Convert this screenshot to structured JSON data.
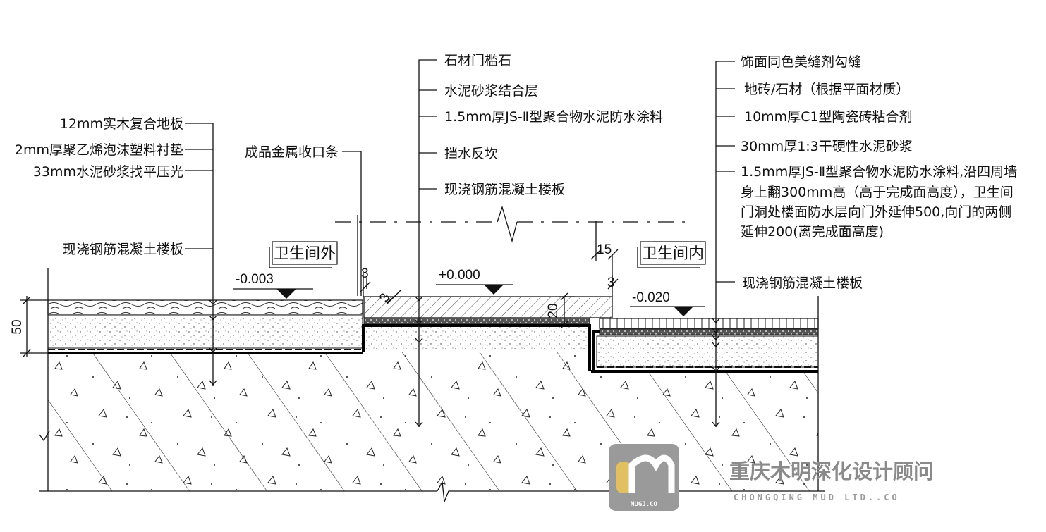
{
  "left_labels": [
    "12mm实木复合地板",
    "2mm厚聚乙烯泡沫塑料衬垫",
    "33mm水泥砂浆找平压光",
    "现浇钢筋混凝土楼板"
  ],
  "strip_label": "成品金属收口条",
  "center_labels": [
    "石材门槛石",
    "水泥砂浆结合层",
    "1.5mm厚JS-Ⅱ型聚合物水泥防水涂料",
    "挡水反坎",
    "现浇钢筋混凝土楼板"
  ],
  "right_labels": [
    "饰面同色美缝剂勾缝",
    "地砖/石材（根据平面材质）",
    "10mm厚C1型陶瓷砖粘合剂",
    "30mm厚1:3干硬性水泥砂浆"
  ],
  "right_note": [
    "1.5mm厚JS-Ⅱ型聚合物水泥防水涂料,沿四周墙",
    "身上翻300mm高（高于完成面高度），卫生间",
    "门洞处楼面防水层向门外延伸500,向门的两侧",
    "延伸200(离完成面高度)"
  ],
  "right_bottom_label": "现浇钢筋混凝土楼板",
  "rooms": {
    "outside": "卫生间外",
    "inside": "卫生间内"
  },
  "levels": {
    "left": "-0.003",
    "center": "+0.000",
    "right": "-0.020"
  },
  "dimensions": {
    "height": "50",
    "gap_left": "3",
    "sill_slope": "3",
    "sill_height": "20",
    "gap_right": "3",
    "sill_edge": "15"
  },
  "watermark": {
    "company": "重庆木明深化设计顾问",
    "company_en": "CHONGQING MUD LTD..CO",
    "logo_text": "MUGJ.CO"
  },
  "colors": {
    "line": "#111111",
    "watermark": "#8a8a8a"
  }
}
